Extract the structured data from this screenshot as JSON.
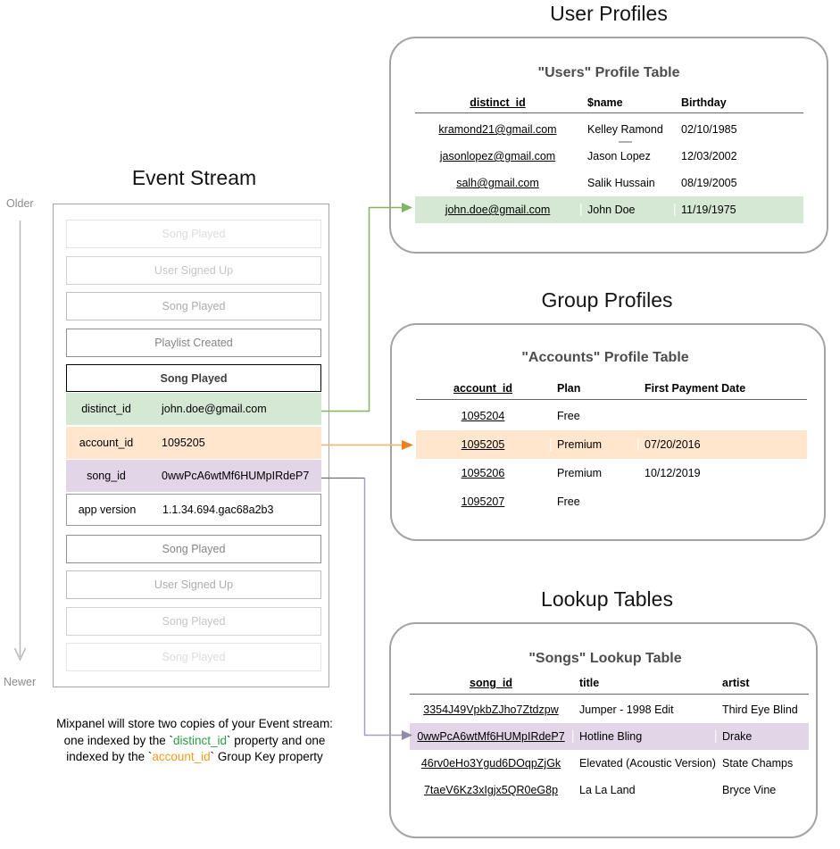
{
  "stream": {
    "title": "Event Stream",
    "older_label": "Older",
    "newer_label": "Newer",
    "events_before": [
      {
        "label": "Song Played",
        "fade": "fade1"
      },
      {
        "label": "User Signed Up",
        "fade": "fade2"
      },
      {
        "label": "Song Played",
        "fade": "fade3"
      },
      {
        "label": "Playlist Created",
        "fade": "fade4"
      }
    ],
    "expanded_event": {
      "title": "Song Played",
      "properties": [
        {
          "key": "distinct_id",
          "value": "john.doe@gmail.com",
          "color": "#d5e8d4"
        },
        {
          "key": "account_id",
          "value": "1095205",
          "color": "#ffe6cc"
        },
        {
          "key": "song_id",
          "value": "0wwPcA6wtMf6HUMpIRdeP7",
          "color": "#e1d5e7"
        },
        {
          "key": "app version",
          "value": "1.1.34.694.gac68a2b3",
          "color": "#ffffff"
        }
      ]
    },
    "events_after": [
      {
        "label": "Song Played",
        "fade": "fade4"
      },
      {
        "label": "User Signed Up",
        "fade": "fade3"
      },
      {
        "label": "Song Played",
        "fade": "fade2"
      },
      {
        "label": "Song Played",
        "fade": "fade1"
      }
    ]
  },
  "sections": {
    "users": {
      "section_title": "User Profiles",
      "table_title": "\"Users\" Profile Table",
      "columns": [
        "distinct_id",
        "$name",
        "Birthday"
      ],
      "rows": [
        [
          "kramond21@gmail.com",
          "Kelley Ramond",
          "02/10/1985"
        ],
        [
          "jasonlopez@gmail.com",
          "Jason Lopez",
          "12/03/2002"
        ],
        [
          "salh@gmail.com",
          "Salik Hussain",
          "08/19/2005"
        ],
        [
          "john.doe@gmail.com",
          "John Doe",
          "11/19/1975"
        ]
      ],
      "highlight_row": 3,
      "highlight_color": "#d5e8d4"
    },
    "accounts": {
      "section_title": "Group Profiles",
      "table_title": "\"Accounts\" Profile Table",
      "columns": [
        "account_id",
        "Plan",
        "First Payment Date"
      ],
      "rows": [
        [
          "1095204",
          "Free",
          ""
        ],
        [
          "1095205",
          "Premium",
          "07/20/2016"
        ],
        [
          "1095206",
          "Premium",
          "10/12/2019"
        ],
        [
          "1095207",
          "Free",
          ""
        ]
      ],
      "highlight_row": 1,
      "highlight_color": "#ffe6cc"
    },
    "songs": {
      "section_title": "Lookup Tables",
      "table_title": "\"Songs\" Lookup Table",
      "columns": [
        "song_id",
        "title",
        "artist"
      ],
      "rows": [
        [
          "3354J49VpkbZJho7Ztdzpw",
          "Jumper - 1998 Edit",
          "Third Eye Blind"
        ],
        [
          "0wwPcA6wtMf6HUMpIRdeP7",
          "Hotline Bling",
          "Drake"
        ],
        [
          "46rv0eHo3Ygud6DOqpZjGk",
          "Elevated (Acoustic Version)",
          "State Champs"
        ],
        [
          "7taeV6Kz3xIgjx5QR0eG8p",
          "La La Land",
          "Bryce Vine"
        ]
      ],
      "highlight_row": 1,
      "highlight_color": "#e1d5e7"
    }
  },
  "caption": {
    "line1": "Mixpanel will store two copies of your Event stream:",
    "line2_pre": "one indexed by the `",
    "line2_key": "distinct_id",
    "line2_post": "` property and one",
    "line3_pre": "indexed by the `",
    "line3_key": "account_id",
    "line3_post": "` Group Key property"
  },
  "colors": {
    "green_accent": "#82b366",
    "green_fill": "#d5e8d4",
    "orange_line": "#f0b878",
    "orange_head": "#e8821e",
    "orange_fill": "#ffe6cc",
    "purple_line": "#a89cc0",
    "purple_head": "#9589a8",
    "purple_stub": "#6e6e6e",
    "purple_fill": "#e1d5e7",
    "timeline_gray": "#bdbdbd",
    "caption_green": "#2e9e44",
    "caption_orange": "#f79a1f"
  }
}
